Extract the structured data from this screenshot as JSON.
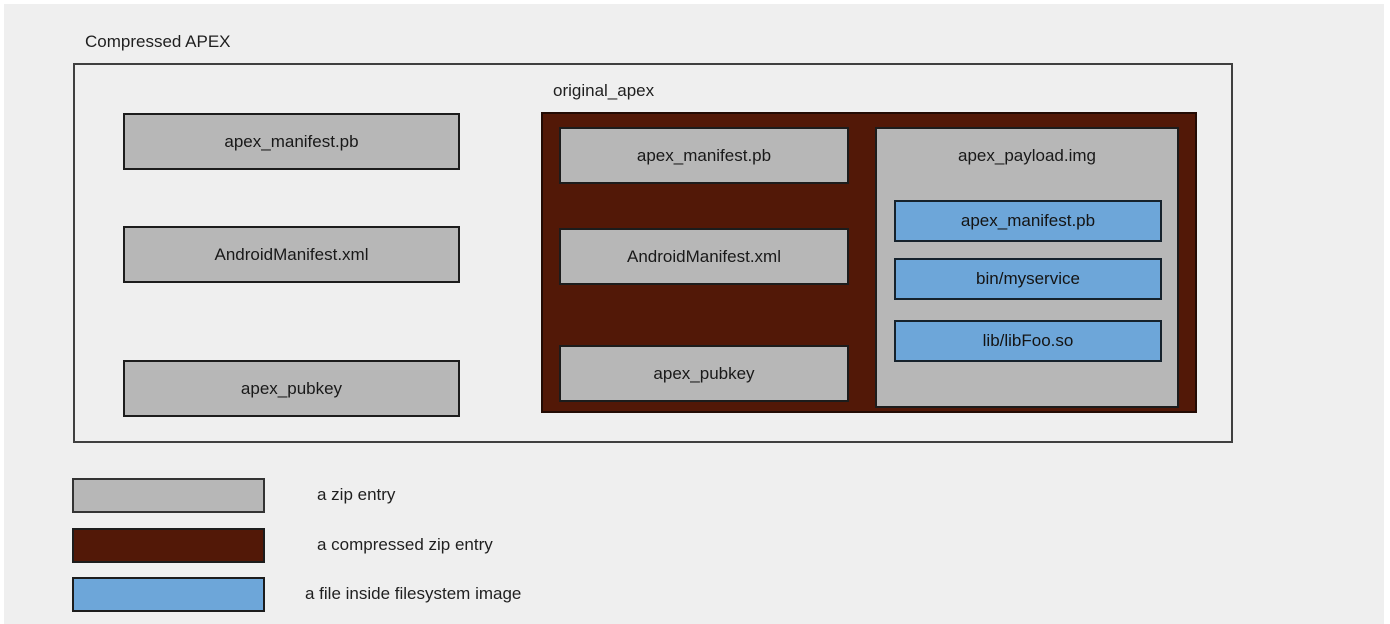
{
  "colors": {
    "background": "#efefef",
    "zip_entry": "#b7b7b7",
    "compressed_zip_entry": "#521807",
    "filesystem_file": "#6da6d9"
  },
  "diagram": {
    "title": "Compressed APEX",
    "zip_entries": [
      "apex_manifest.pb",
      "AndroidManifest.xml",
      "apex_pubkey"
    ],
    "original_apex": {
      "label": "original_apex",
      "zip_entries": [
        "apex_manifest.pb",
        "AndroidManifest.xml",
        "apex_pubkey"
      ],
      "payload": {
        "label": "apex_payload.img",
        "files": [
          "apex_manifest.pb",
          "bin/myservice",
          "lib/libFoo.so"
        ]
      }
    }
  },
  "legend": {
    "items": [
      {
        "type": "zip-entry",
        "label": "a zip entry"
      },
      {
        "type": "compressed-zip-entry",
        "label": "a compressed zip entry"
      },
      {
        "type": "filesystem-file",
        "label": "a file inside filesystem image"
      }
    ]
  }
}
